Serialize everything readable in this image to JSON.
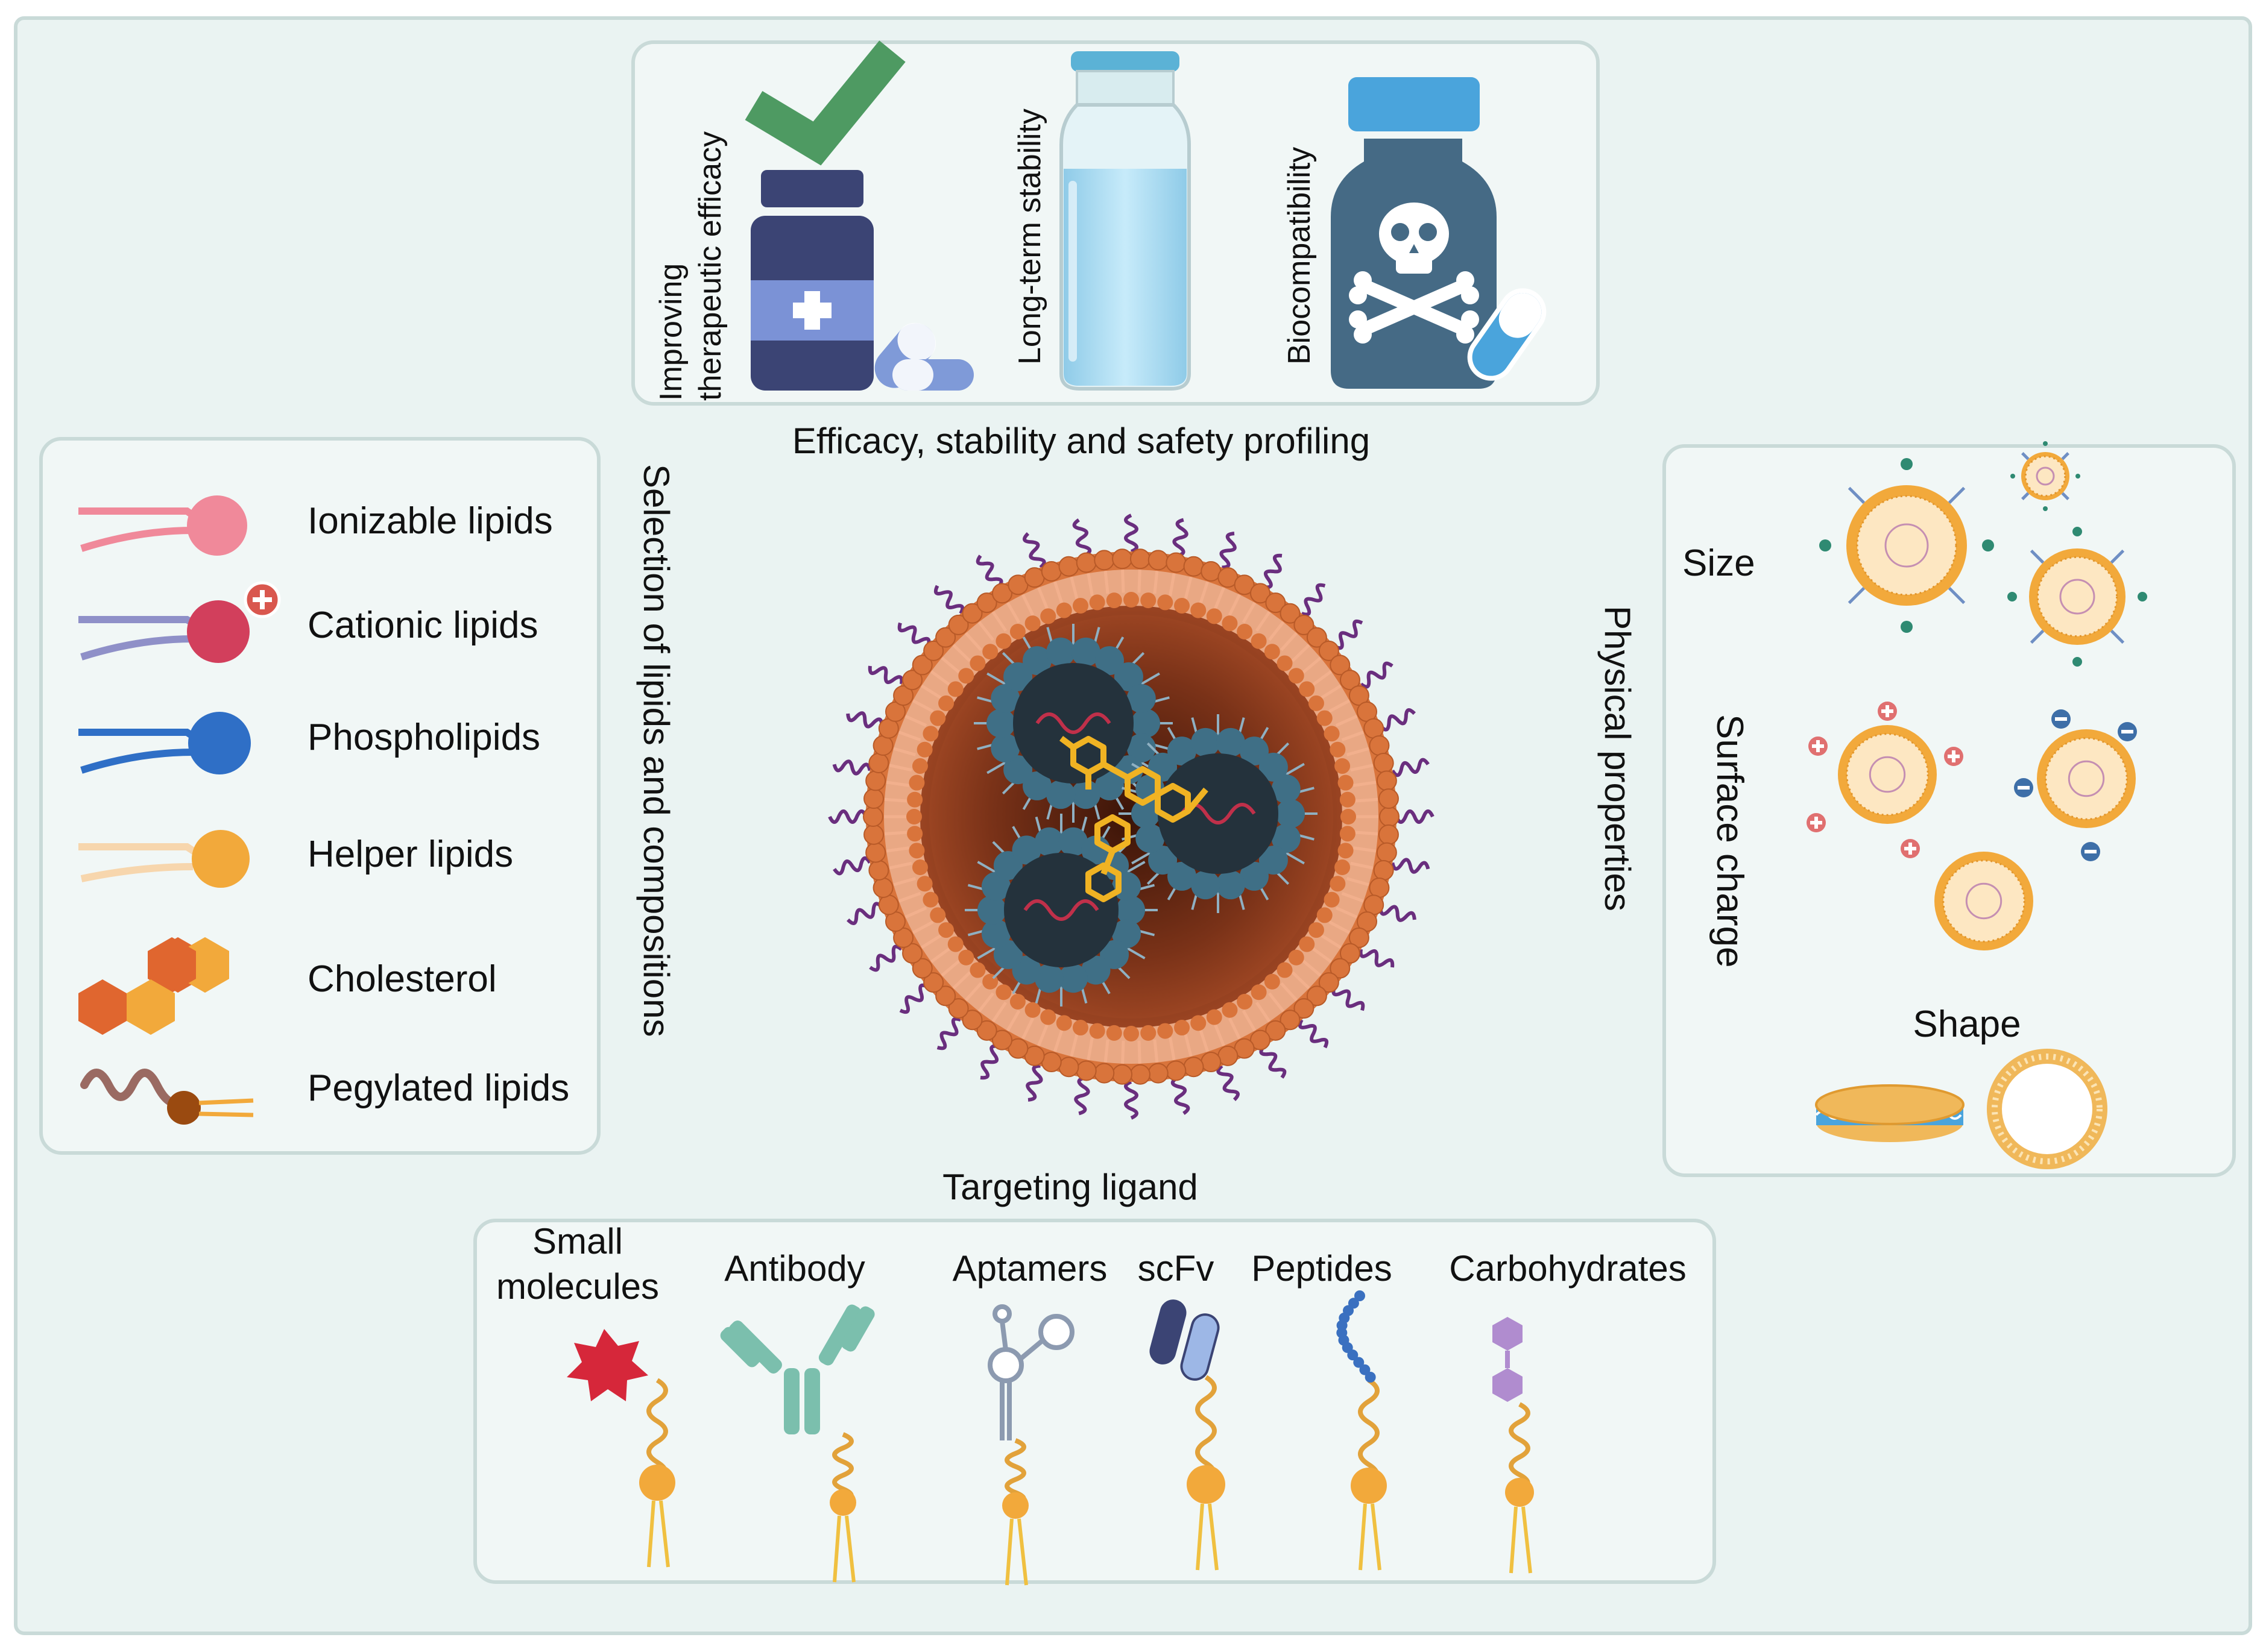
{
  "colors": {
    "background": "#eaf3f2",
    "frame": "#c9dad8",
    "panel": "#f1f7f6",
    "shell_orange": "#d9743b",
    "core_brown": "#8a3c1e",
    "micelle_blue": "#3f6f86",
    "peg_purple": "#6a2e7e",
    "drug_yellow": "#f0b323",
    "check_green": "#4e9a62",
    "bottle_navy": "#3b4474",
    "skull_bottle": "#456a85",
    "vial_liquid": "#a8d8ef"
  },
  "top_panel": {
    "section_title": "Efficacy, stability and safety profiling",
    "items": [
      {
        "label_line1": "Improving",
        "label_line2": "therapeutic efficacy",
        "icon": "medicine-bottle-check-icon"
      },
      {
        "label": "Long-term stability",
        "icon": "vial-icon"
      },
      {
        "label": "Biocompatibility",
        "icon": "toxic-bottle-icon"
      }
    ]
  },
  "left_panel": {
    "section_title": "Selection of lipids and compositions",
    "items": [
      {
        "label": "Ionizable  lipids",
        "icon": "ionizable-lipid-icon",
        "color": "#f0899a"
      },
      {
        "label": "Cationic lipids",
        "icon": "cationic-lipid-icon",
        "color": "#d23f5c"
      },
      {
        "label": "Phospholipids",
        "icon": "phospholipid-icon",
        "color": "#2f6fc6"
      },
      {
        "label": "Helper lipids",
        "icon": "helper-lipid-icon",
        "color": "#f2a93b"
      },
      {
        "label": "Cholesterol",
        "icon": "cholesterol-icon",
        "color": "#e0662f"
      },
      {
        "label": "Pegylated lipids",
        "icon": "pegylated-lipid-icon",
        "color": "#9a5b2f"
      }
    ]
  },
  "right_panel": {
    "section_title": "Physical properties",
    "size_label": "Size",
    "charge_label": "Surface charge",
    "shape_label": "Shape"
  },
  "bottom_panel": {
    "section_title": "Targeting ligand",
    "items": [
      {
        "label_line1": "Small",
        "label_line2": "molecules",
        "icon": "small-molecule-icon"
      },
      {
        "label": "Antibody",
        "icon": "antibody-icon"
      },
      {
        "label": "Aptamers",
        "icon": "aptamer-icon"
      },
      {
        "label": "scFv",
        "icon": "scfv-icon"
      },
      {
        "label": "Peptides",
        "icon": "peptide-icon"
      },
      {
        "label": "Carbohydrates",
        "icon": "carbohydrate-icon"
      }
    ]
  }
}
